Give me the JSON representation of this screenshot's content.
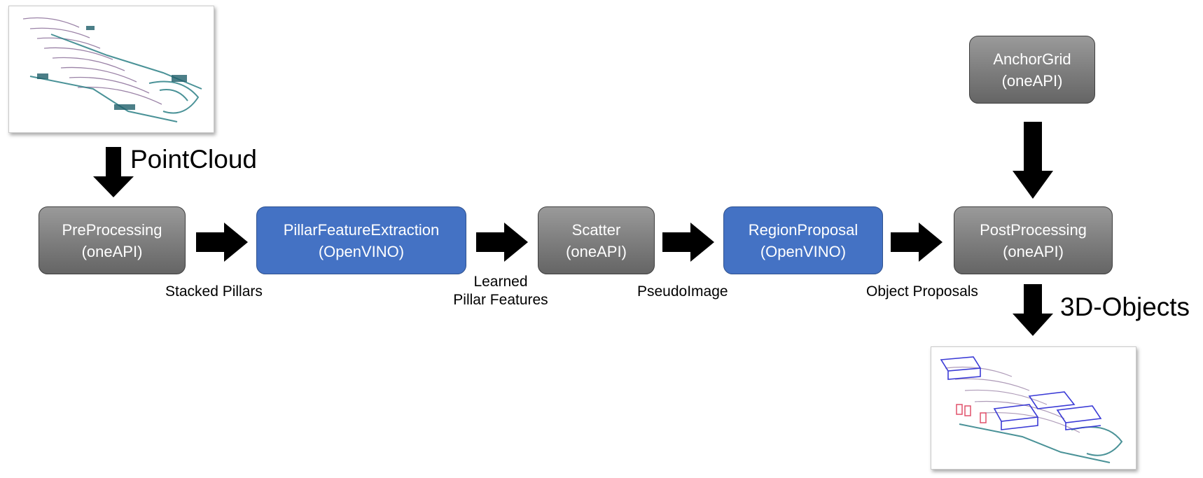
{
  "nodes": {
    "preprocessing": {
      "line1": "PreProcessing",
      "line2": "(oneAPI)"
    },
    "pillar_feature_extraction": {
      "line1": "PillarFeatureExtraction",
      "line2": "(OpenVINO)"
    },
    "scatter": {
      "line1": "Scatter",
      "line2": "(oneAPI)"
    },
    "region_proposal": {
      "line1": "RegionProposal",
      "line2": "(OpenVINO)"
    },
    "postprocessing": {
      "line1": "PostProcessing",
      "line2": "(oneAPI)"
    },
    "anchor_grid": {
      "line1": "AnchorGrid",
      "line2": "(oneAPI)"
    }
  },
  "edge_labels": {
    "point_cloud": "PointCloud",
    "stacked_pillars": "Stacked Pillars",
    "learned_pillar_features_line1": "Learned",
    "learned_pillar_features_line2": "Pillar Features",
    "pseudo_image": "PseudoImage",
    "object_proposals": "Object Proposals",
    "objects_3d": "3D-Objects"
  },
  "colors": {
    "oneapi_box": "#7f7f7f",
    "openvino_box": "#4472c4",
    "arrow": "#000000",
    "box_text": "#ffffff"
  },
  "images": {
    "input_point_cloud": "lidar-point-cloud-thumbnail",
    "output_detections": "lidar-3d-detections-thumbnail"
  }
}
